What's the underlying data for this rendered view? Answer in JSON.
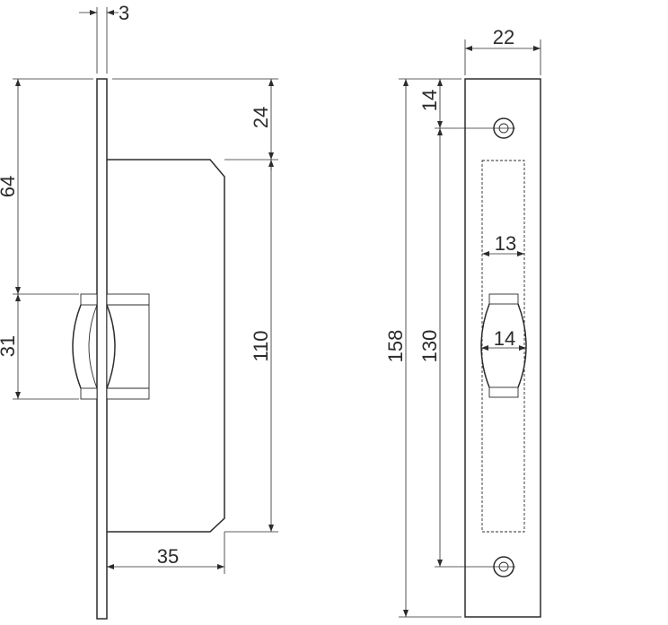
{
  "dimensions": {
    "plate_thickness": "3",
    "top_to_body": "24",
    "top_to_latch": "64",
    "latch_height": "31",
    "body_height": "110",
    "body_depth": "35",
    "strike_width": "22",
    "top_to_hole": "14",
    "plate_height": "158",
    "hole_spacing": "130",
    "window_width": "13",
    "latch_width": "14"
  },
  "colors": {
    "line": "#2b2b2b",
    "background": "#ffffff"
  }
}
